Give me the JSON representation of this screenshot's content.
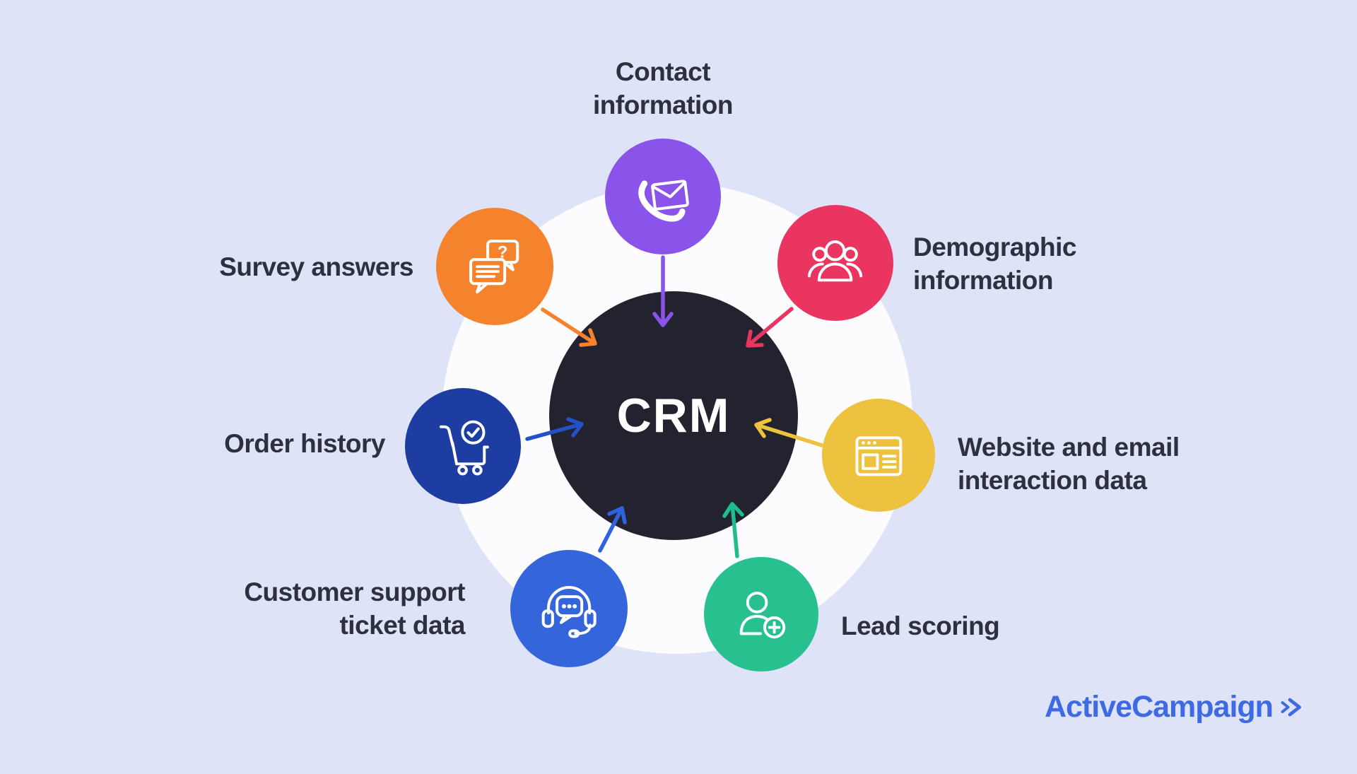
{
  "page": {
    "background": "#dfe3f8"
  },
  "center": {
    "label": "CRM",
    "circle_color": "#22232e",
    "text_color": "#ffffff",
    "halo_color": "#fcfcfe"
  },
  "nodes": [
    {
      "id": "contact-information",
      "label_lines": [
        "Contact",
        "information"
      ],
      "color": "#8a53e9",
      "arrow_color": "#8a53e9",
      "icon": "phone-envelope-icon"
    },
    {
      "id": "demographic-information",
      "label_lines": [
        "Demographic",
        "information"
      ],
      "color": "#e93560",
      "arrow_color": "#e93560",
      "icon": "people-group-icon"
    },
    {
      "id": "website-and-email-interaction-data",
      "label_lines": [
        "Website and email",
        "interaction data"
      ],
      "color": "#edc23e",
      "arrow_color": "#edc23e",
      "icon": "browser-window-icon"
    },
    {
      "id": "lead-scoring",
      "label_lines": [
        "Lead scoring"
      ],
      "color": "#29c08f",
      "arrow_color": "#1fbd8b",
      "icon": "person-add-icon"
    },
    {
      "id": "customer-support-ticket-data",
      "label_lines": [
        "Customer support",
        "ticket data"
      ],
      "color": "#3565da",
      "arrow_color": "#2f62e0",
      "icon": "headset-chat-icon"
    },
    {
      "id": "order-history",
      "label_lines": [
        "Order history"
      ],
      "color": "#1e3da2",
      "arrow_color": "#2450c8",
      "icon": "cart-check-icon"
    },
    {
      "id": "survey-answers",
      "label_lines": [
        "Survey answers"
      ],
      "color": "#f5822d",
      "arrow_color": "#f5822d",
      "icon": "survey-bubbles-icon",
      "icon_glyph": "?"
    }
  ],
  "label_text_color": "#2c303f",
  "logo": {
    "text": "ActiveCampaign",
    "chevron_icon": "double-chevron-right",
    "color": "#3e6be3"
  }
}
